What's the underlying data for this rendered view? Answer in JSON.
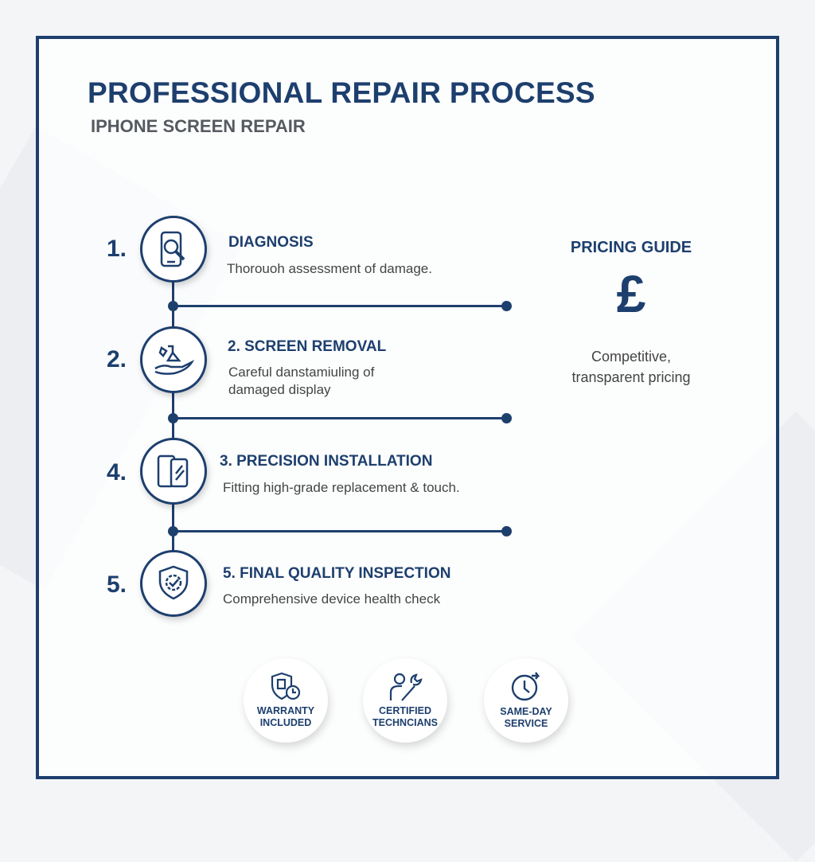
{
  "header": {
    "title": "PROFESSIONAL REPAIR PROCESS",
    "subtitle": "IPHONE SCREEN REPAIR"
  },
  "steps": [
    {
      "number": "1.",
      "title": "DIAGNOSIS",
      "description": "Thorouoh assessment of damage.",
      "icon": "phone-magnifier-icon"
    },
    {
      "number": "2.",
      "title": "2. SCREEN REMOVAL",
      "description": "Careful danstamiuling of damaged display",
      "icon": "hand-tools-icon"
    },
    {
      "number": "4.",
      "title": "3. PRECISION INSTALLATION",
      "description": "Fitting high-grade replacement & touch.",
      "icon": "phone-screen-icon"
    },
    {
      "number": "5.",
      "title": "5. FINAL QUALITY INSPECTION",
      "description": "Comprehensive device health check",
      "icon": "shield-gear-icon"
    }
  ],
  "pricing": {
    "title": "PRICING GUIDE",
    "symbol": "£",
    "line1": "Competitive,",
    "line2": "transparent pricing"
  },
  "badges": [
    {
      "line1": "WARRANTY",
      "line2": "INCLUDED",
      "icon": "shield-clock-icon"
    },
    {
      "line1": "CERTIFIED",
      "line2": "TECHNCIANS",
      "icon": "technician-wrench-icon"
    },
    {
      "line1": "SAME-DAY",
      "line2": "SERVICE",
      "icon": "clock-arrow-icon"
    }
  ],
  "colors": {
    "primary": "#1d3f6e",
    "text": "#444444"
  }
}
